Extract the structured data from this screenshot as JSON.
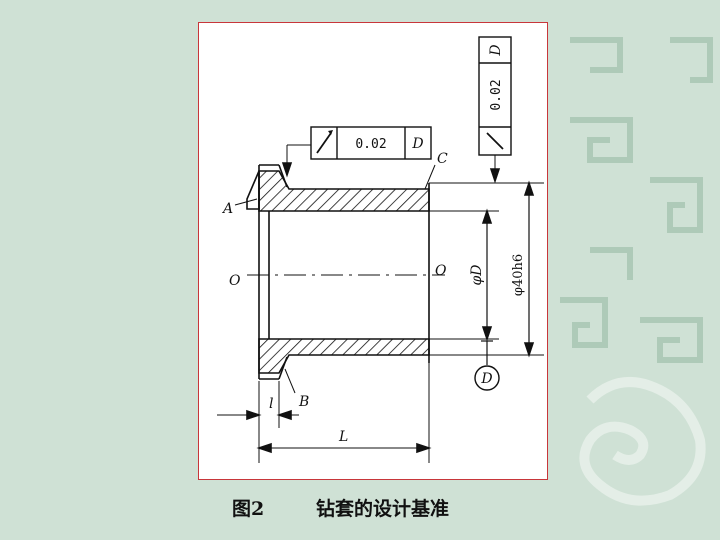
{
  "caption": {
    "figure_number": "图2",
    "title": "钻套的设计基准"
  },
  "drawing": {
    "labels": {
      "A": "A",
      "B": "B",
      "C": "C",
      "O_left": "O",
      "O_right": "O",
      "l": "l",
      "L": "L",
      "phi_D": "φD",
      "phi_40h6": "φ40h6",
      "datum": "D"
    },
    "frame_left": {
      "tolerance": "0.02",
      "datum": "D"
    },
    "frame_right": {
      "tolerance": "0.02",
      "datum": "D"
    }
  },
  "colors": {
    "background": "#cfe1d5",
    "frame_border": "#c8363a",
    "ink": "#111111"
  }
}
